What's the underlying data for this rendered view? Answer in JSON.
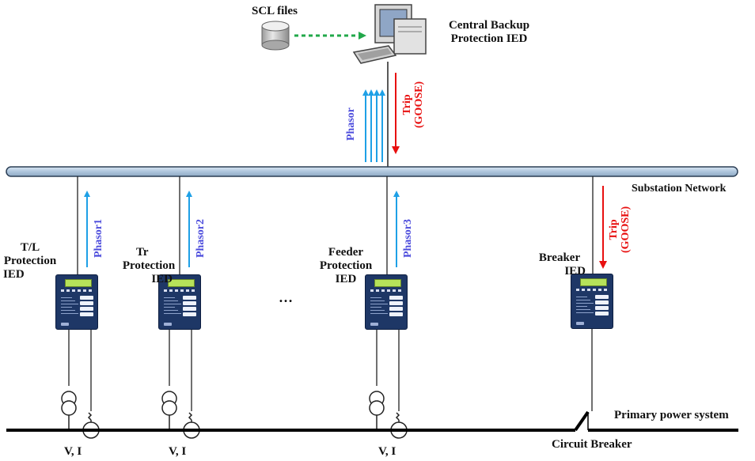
{
  "labels": {
    "scl_files": "SCL files",
    "central_backup": [
      "Central Backup",
      "Protection IED"
    ],
    "substation_network": "Substation Network",
    "phasor_up": "Phasor",
    "trip_top": [
      "Trip",
      "(GOOSE)"
    ],
    "trip_right": [
      "Trip",
      "(GOOSE)"
    ],
    "phasor1": "Phasor1",
    "phasor2": "Phasor2",
    "phasor3": "Phasor3",
    "tl_ied": [
      "T/L",
      "Protection",
      "IED"
    ],
    "tr_ied": [
      "Tr",
      "Protection",
      "IED"
    ],
    "feeder_ied": [
      "Feeder",
      "Protection",
      "IED"
    ],
    "breaker_ied": [
      "Breaker",
      "IED"
    ],
    "ellipsis": "…",
    "vi": "V, I",
    "primary": "Primary power system",
    "circuit_breaker": "Circuit Breaker"
  },
  "colors": {
    "network_bus": "#b8cde0",
    "phasor_arrow": "#1ea0e6",
    "phasor_text": "#4b4bdc",
    "trip": "#e81010",
    "scl_arrow": "#22a84a",
    "ied_body": "#1e3766",
    "ied_screen": "#b6e25a"
  }
}
